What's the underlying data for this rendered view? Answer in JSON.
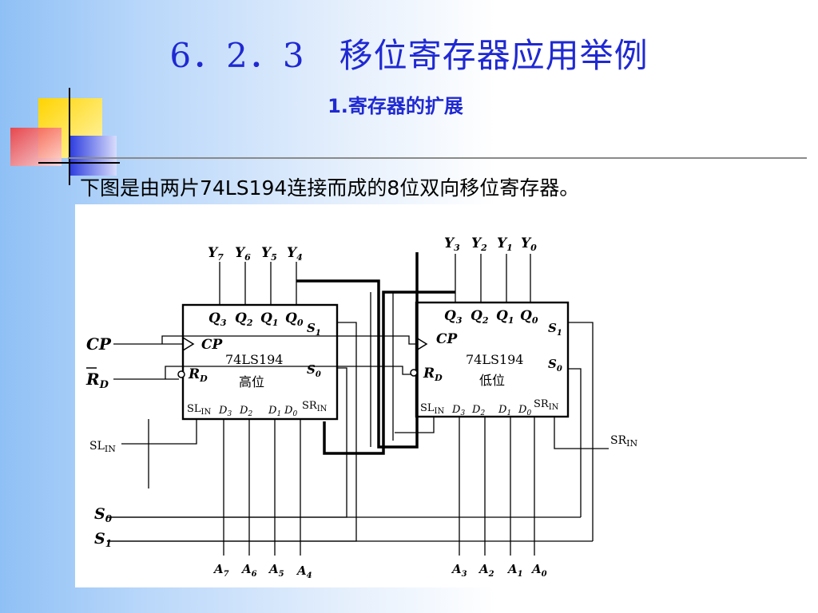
{
  "slide": {
    "title": "6．2．3　移位寄存器应用举例",
    "subtitle": "1.寄存器的扩展",
    "intro": "下图是由两片74LS194连接而成的8位双向移位寄存器。"
  },
  "diagram": {
    "chips": [
      {
        "part": "74LS194",
        "role": "高位",
        "outputs_top": [
          "Q3",
          "Q2",
          "Q1",
          "Q0"
        ],
        "outputs_labels": [
          "Y7",
          "Y6",
          "Y5",
          "Y4"
        ],
        "inputs_bottom": [
          "SLIN",
          "D3",
          "D2",
          "D1",
          "D0",
          "SRIN"
        ],
        "inputs_labels": [
          "A7",
          "A6",
          "A5",
          "A4"
        ],
        "pins": {
          "clock": "CP",
          "reset": "RD",
          "mode": [
            "S1",
            "S0"
          ]
        }
      },
      {
        "part": "74LS194",
        "role": "低位",
        "outputs_top": [
          "Q3",
          "Q2",
          "Q1",
          "Q0"
        ],
        "outputs_labels": [
          "Y3",
          "Y2",
          "Y1",
          "Y0"
        ],
        "inputs_bottom": [
          "SLIN",
          "D3",
          "D2",
          "D1",
          "D0",
          "SRIN"
        ],
        "inputs_labels": [
          "A3",
          "A2",
          "A1",
          "A0"
        ],
        "pins": {
          "clock": "CP",
          "reset": "RD",
          "mode": [
            "S1",
            "S0"
          ]
        }
      }
    ],
    "external_inputs": [
      "CP",
      "RD",
      "SLIN",
      "S0",
      "S1",
      "SRIN"
    ]
  },
  "colors": {
    "title": "#1f29d2",
    "deco_yellow": "#ffd400",
    "deco_red": "#f03a3a",
    "deco_blue": "#2f3fe0"
  }
}
